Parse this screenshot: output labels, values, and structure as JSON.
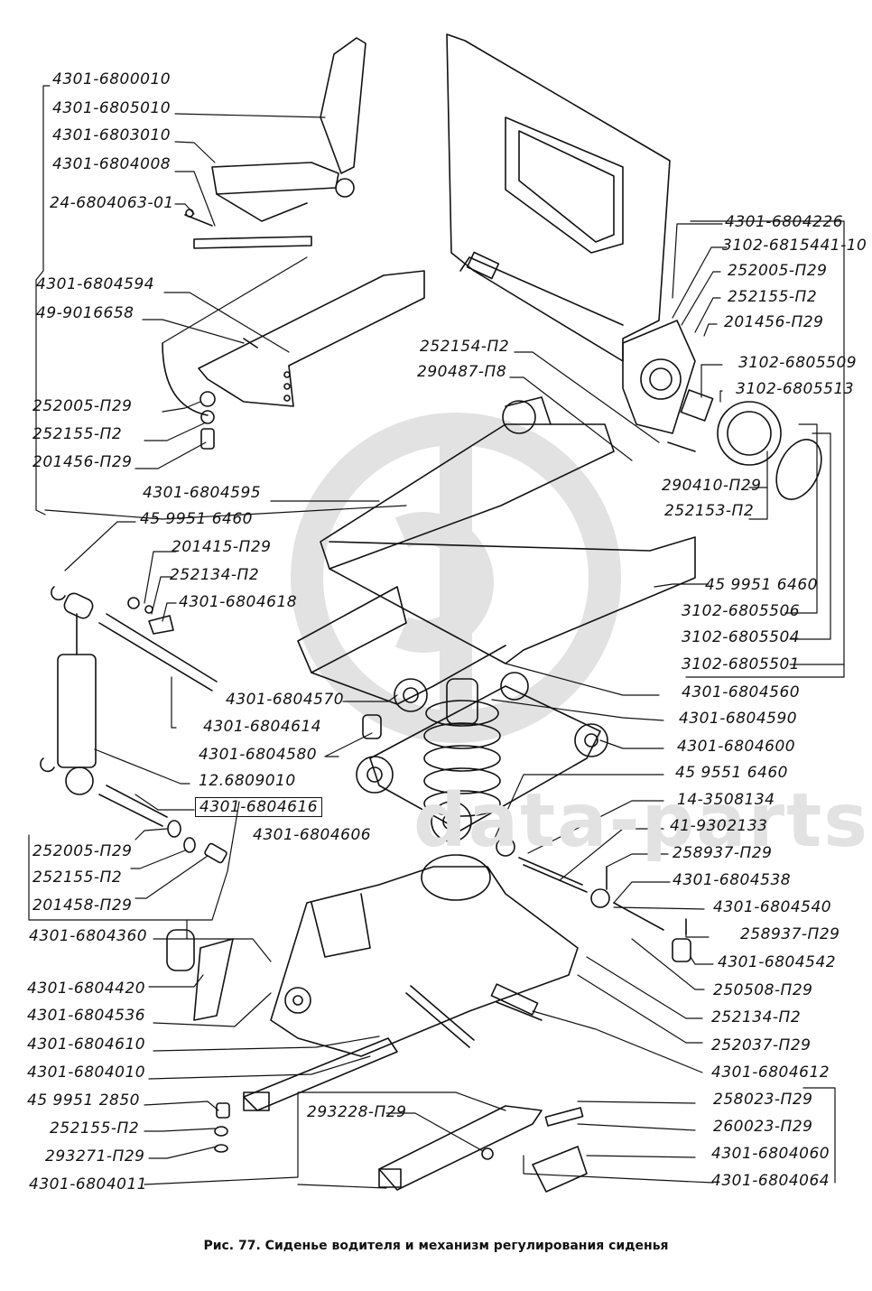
{
  "figure": {
    "caption": "Рис. 77. Сиденье водителя и механизм регулирования сиденья",
    "watermark": "data-parts",
    "watermark_logo": "gb-logo",
    "line_color": "#111111",
    "watermark_color": "#e0e0e0"
  },
  "parts_left": [
    {
      "id": "L1",
      "part_no": "4301-6800010",
      "component": "seat-assembly"
    },
    {
      "id": "L2",
      "part_no": "4301-6805010",
      "component": "seat-back"
    },
    {
      "id": "L3",
      "part_no": "4301-6803010",
      "component": "seat-cushion"
    },
    {
      "id": "L4",
      "part_no": "4301-6804008",
      "component": "seat-frame"
    },
    {
      "id": "L5",
      "part_no": "24-6804063-01",
      "component": "adjust-handle"
    },
    {
      "id": "L6",
      "part_no": "4301-6804594",
      "component": "bracket"
    },
    {
      "id": "L7",
      "part_no": "49-9016658",
      "component": "bolt"
    },
    {
      "id": "L8",
      "part_no": "252005-П29",
      "component": "washer"
    },
    {
      "id": "L9",
      "part_no": "252155-П2",
      "component": "spring-washer"
    },
    {
      "id": "L10",
      "part_no": "201456-П29",
      "component": "bolt"
    },
    {
      "id": "L11",
      "part_no": "4301-6804595",
      "component": "bracket"
    },
    {
      "id": "L12",
      "part_no": "45 9951 6460",
      "component": "lock-ring"
    },
    {
      "id": "L13",
      "part_no": "201415-П29",
      "component": "bolt"
    },
    {
      "id": "L14",
      "part_no": "252134-П2",
      "component": "spring-washer"
    },
    {
      "id": "L15",
      "part_no": "4301-6804618",
      "component": "plate"
    },
    {
      "id": "L16",
      "part_no": "4301-6804570",
      "component": "lever"
    },
    {
      "id": "L17",
      "part_no": "4301-6804614",
      "component": "axle"
    },
    {
      "id": "L18",
      "part_no": "4301-6804580",
      "component": "buffer"
    },
    {
      "id": "L19",
      "part_no": "12.6809010",
      "component": "shock-absorber"
    },
    {
      "id": "L20",
      "part_no": "4301-6804616",
      "component": "axle"
    },
    {
      "id": "L21",
      "part_no": "4301-6804606",
      "component": "spring"
    },
    {
      "id": "L22",
      "part_no": "252005-П29",
      "component": "washer"
    },
    {
      "id": "L23",
      "part_no": "252155-П2",
      "component": "spring-washer"
    },
    {
      "id": "L24",
      "part_no": "201458-П29",
      "component": "bolt"
    },
    {
      "id": "L25",
      "part_no": "4301-6804360",
      "component": "handle-assembly"
    },
    {
      "id": "L26",
      "part_no": "4301-6804420",
      "component": "handle"
    },
    {
      "id": "L27",
      "part_no": "4301-6804536",
      "component": "support"
    },
    {
      "id": "L28",
      "part_no": "4301-6804610",
      "component": "axle"
    },
    {
      "id": "L29",
      "part_no": "4301-6804010",
      "component": "slide"
    },
    {
      "id": "L30",
      "part_no": "45 9951 2850",
      "component": "screw"
    },
    {
      "id": "L31",
      "part_no": "252155-П2",
      "component": "spring-washer"
    },
    {
      "id": "L32",
      "part_no": "293271-П29",
      "component": "washer"
    },
    {
      "id": "L33",
      "part_no": "4301-6804011",
      "component": "slide-assembly"
    }
  ],
  "parts_center": [
    {
      "id": "C1",
      "part_no": "252154-П2",
      "component": "spring-washer"
    },
    {
      "id": "C2",
      "part_no": "290487-П8",
      "component": "bolt"
    },
    {
      "id": "C3",
      "part_no": "293228-П29",
      "component": "washer"
    }
  ],
  "parts_right": [
    {
      "id": "R1",
      "part_no": "4301-6804226",
      "component": "seat-back-frame"
    },
    {
      "id": "R2",
      "part_no": "3102-6815441-10",
      "component": "bushing"
    },
    {
      "id": "R3",
      "part_no": "252005-П29",
      "component": "washer"
    },
    {
      "id": "R4",
      "part_no": "252155-П2",
      "component": "spring-washer"
    },
    {
      "id": "R5",
      "part_no": "201456-П29",
      "component": "bolt"
    },
    {
      "id": "R6",
      "part_no": "3102-6805509",
      "component": "shaft"
    },
    {
      "id": "R7",
      "part_no": "3102-6805513",
      "component": "sleeve"
    },
    {
      "id": "R8",
      "part_no": "290410-П29",
      "component": "screw"
    },
    {
      "id": "R9",
      "part_no": "252153-П2",
      "component": "spring-washer"
    },
    {
      "id": "R10",
      "part_no": "45 9951 6460",
      "component": "lock-ring"
    },
    {
      "id": "R11",
      "part_no": "3102-6805506",
      "component": "knob-cap"
    },
    {
      "id": "R12",
      "part_no": "3102-6805504",
      "component": "knob"
    },
    {
      "id": "R13",
      "part_no": "3102-6805501",
      "component": "recliner-mechanism"
    },
    {
      "id": "R14",
      "part_no": "4301-6804560",
      "component": "upper-frame"
    },
    {
      "id": "R15",
      "part_no": "4301-6804590",
      "component": "lever"
    },
    {
      "id": "R16",
      "part_no": "4301-6804600",
      "component": "lower-lever"
    },
    {
      "id": "R17",
      "part_no": "45 9551 6460",
      "component": "lock-ring"
    },
    {
      "id": "R18",
      "part_no": "14-3508134",
      "component": "bushing"
    },
    {
      "id": "R19",
      "part_no": "41-9302133",
      "component": "screw"
    },
    {
      "id": "R20",
      "part_no": "258937-П29",
      "component": "pin"
    },
    {
      "id": "R21",
      "part_no": "4301-6804538",
      "component": "nut"
    },
    {
      "id": "R22",
      "part_no": "4301-6804540",
      "component": "rod"
    },
    {
      "id": "R23",
      "part_no": "258937-П29",
      "component": "pin"
    },
    {
      "id": "R24",
      "part_no": "4301-6804542",
      "component": "knob"
    },
    {
      "id": "R25",
      "part_no": "250508-П29",
      "component": "nut"
    },
    {
      "id": "R26",
      "part_no": "252134-П2",
      "component": "spring-washer"
    },
    {
      "id": "R27",
      "part_no": "252037-П29",
      "component": "washer"
    },
    {
      "id": "R28",
      "part_no": "4301-6804612",
      "component": "axle"
    },
    {
      "id": "R29",
      "part_no": "258023-П29",
      "component": "pin"
    },
    {
      "id": "R30",
      "part_no": "260023-П29",
      "component": "spring"
    },
    {
      "id": "R31",
      "part_no": "4301-6804060",
      "component": "latch"
    },
    {
      "id": "R32",
      "part_no": "4301-6804064",
      "component": "latch-lever"
    }
  ]
}
